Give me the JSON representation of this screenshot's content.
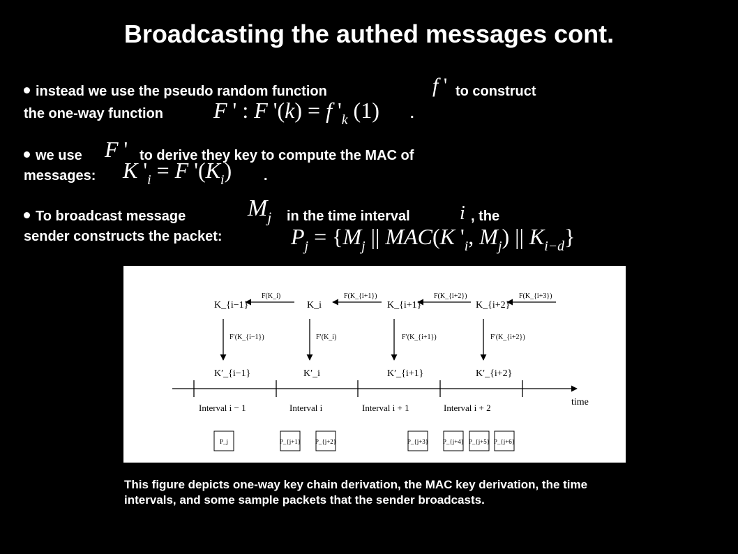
{
  "slide": {
    "title": "Broadcasting the authed messages cont.",
    "bullets": [
      {
        "line1_a": "instead we use the pseudo random function",
        "line1_b": "to construct",
        "line2_a": "the one-way function",
        "line2_b": "."
      },
      {
        "line1_a": "we use",
        "line1_b": "to derive they key to compute the MAC of",
        "line2_a": "messages:",
        "line2_b": "."
      },
      {
        "line1_a": "To broadcast message",
        "line1_b": "in the time interval",
        "line1_c": ", the",
        "line2_a": "sender constructs the packet:"
      }
    ],
    "caption": "This figure depicts one-way key chain derivation, the MAC key derivation, the time intervals, and some sample packets that the sender broadcasts."
  },
  "figure": {
    "keys": [
      "K_{i−1}",
      "K_i",
      "K_{i+1}",
      "K_{i+2}"
    ],
    "chain_labels": [
      "F(K_i)",
      "F(K_{i+1})",
      "F(K_{i+2})",
      "F(K_{i+3})"
    ],
    "derive_labels": [
      "F′(K_{i−1})",
      "F′(K_i)",
      "F′(K_{i+1})",
      "F′(K_{i+2})"
    ],
    "mac_keys": [
      "K′_{i−1}",
      "K′_i",
      "K′_{i+1}",
      "K′_{i+2}"
    ],
    "intervals": [
      "Interval i − 1",
      "Interval i",
      "Interval i + 1",
      "Interval i + 2"
    ],
    "time_label": "time",
    "packets": [
      "P_j",
      "P_{j+1}",
      "P_{j+2}",
      "P_{j+3}",
      "P_{j+4}",
      "P_{j+5}",
      "P_{j+6}"
    ]
  }
}
